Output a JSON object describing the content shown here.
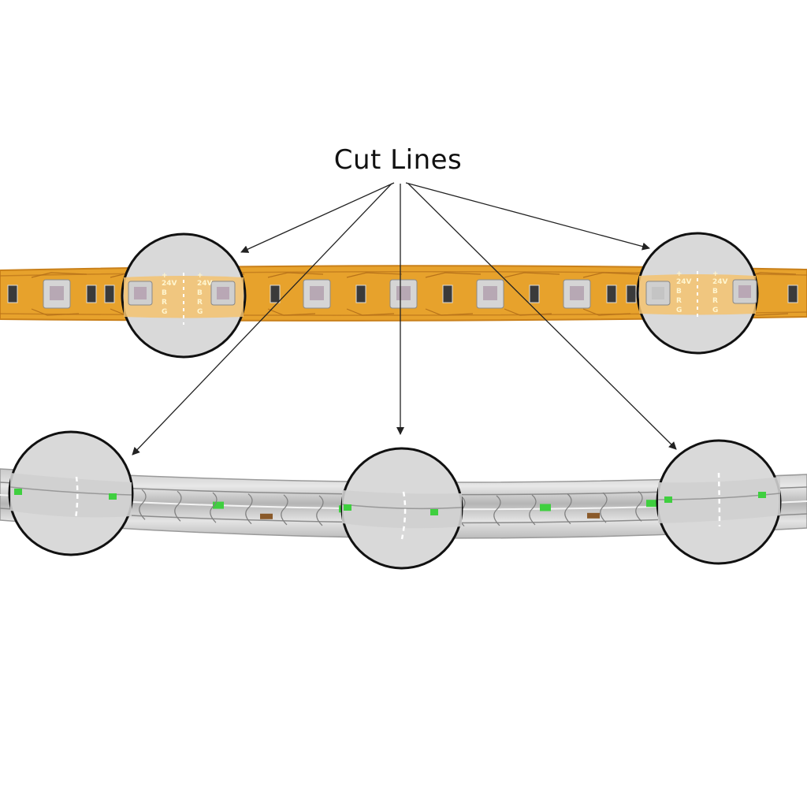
{
  "title": "Cut Lines",
  "strip": {
    "pad_labels_left": [
      "+",
      "24V",
      "B",
      "R",
      "G"
    ],
    "pad_labels_right": [
      "+",
      "24V",
      "B",
      "R",
      "G"
    ]
  },
  "colors": {
    "strip_orange": "#e7a22c",
    "strip_edge": "#c9801a",
    "circle_fill": "#d9d9d9",
    "rope_clear": "#dcdcdc",
    "led_green": "#3fcf3f",
    "arrow": "#222222"
  }
}
